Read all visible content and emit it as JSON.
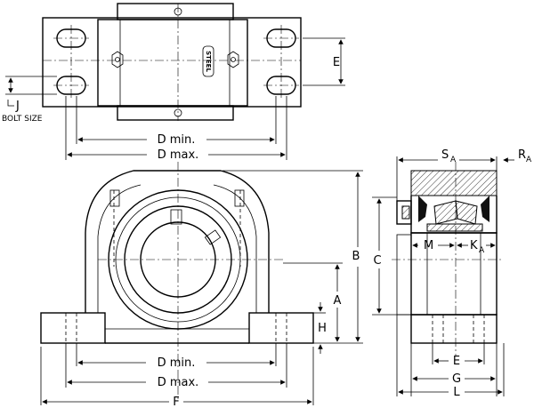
{
  "labels": {
    "e": "E",
    "j": "J",
    "bolt_size": "BOLT SIZE",
    "d_min": "D min.",
    "d_max": "D max.",
    "s_main": "S",
    "s_sub": "A",
    "r_main": "R",
    "r_sub": "A",
    "b": "B",
    "c": "C",
    "a": "A",
    "h": "H",
    "m": "M",
    "k_main": "K",
    "k_sub": "A",
    "f": "F",
    "g": "G",
    "l": "L",
    "steel_stamp": "STEEL"
  }
}
